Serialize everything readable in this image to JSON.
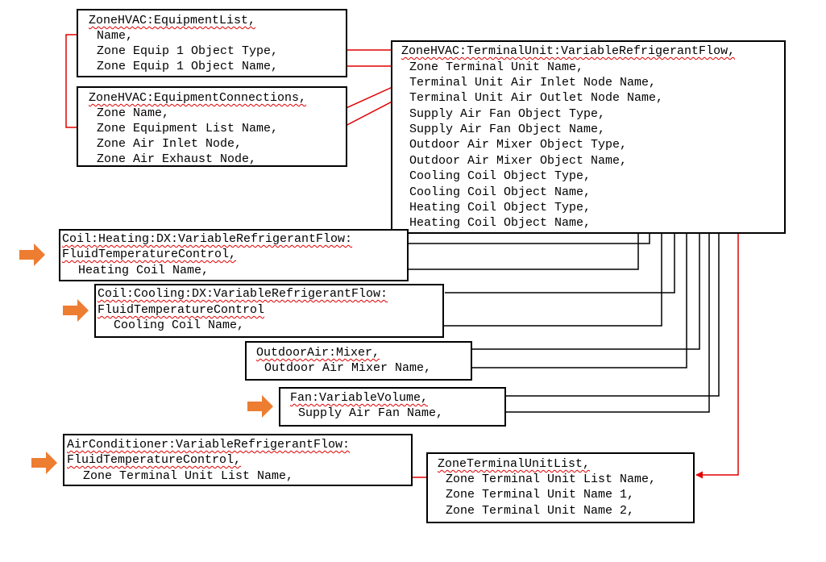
{
  "colors": {
    "ref_arrow": "#e00000",
    "link_arrow": "#000000",
    "indicator": "#ed7d31",
    "error_underline": "#e00000"
  },
  "boxes": {
    "equip_list": {
      "header": "ZoneHVAC:EquipmentList,",
      "fields": [
        "Name,",
        "Zone Equip 1 Object Type,",
        "Zone Equip 1 Object Name,"
      ]
    },
    "equip_conn": {
      "header": "ZoneHVAC:EquipmentConnections,",
      "fields": [
        "Zone Name,",
        "Zone Equipment List Name,",
        "Zone Air Inlet Node,",
        "Zone Air Exhaust Node,"
      ]
    },
    "vrf_tu": {
      "header": "ZoneHVAC:TerminalUnit:VariableRefrigerantFlow,",
      "fields": [
        "Zone Terminal Unit Name,",
        "Terminal Unit Air Inlet Node Name,",
        "Terminal Unit Air Outlet Node Name,",
        "Supply Air Fan Object Type,",
        "Supply Air Fan Object Name,",
        "Outdoor Air Mixer Object Type,",
        "Outdoor Air Mixer Object Name,",
        "Cooling Coil Object Type,",
        "Cooling Coil Object Name,",
        "Heating Coil Object Type,",
        "Heating Coil Object Name,"
      ]
    },
    "heat_coil": {
      "header": [
        "Coil:Heating:DX:VariableRefrigerantFlow:",
        "FluidTemperatureControl,"
      ],
      "fields": [
        "Heating Coil Name,"
      ]
    },
    "cool_coil": {
      "header": [
        "Coil:Cooling:DX:VariableRefrigerantFlow:",
        "FluidTemperatureControl"
      ],
      "fields": [
        "Cooling Coil Name,"
      ]
    },
    "oa_mixer": {
      "header": "OutdoorAir:Mixer,",
      "fields": [
        "Outdoor Air Mixer Name,"
      ]
    },
    "fan": {
      "header": "Fan:VariableVolume,",
      "fields": [
        "Supply Air Fan Name,"
      ]
    },
    "ac_vrf": {
      "header": [
        "AirConditioner:VariableRefrigerantFlow:",
        "FluidTemperatureControl,"
      ],
      "fields": [
        "Zone Terminal Unit List Name,"
      ]
    },
    "tu_list": {
      "header": "ZoneTerminalUnitList,",
      "fields": [
        "Zone Terminal Unit List Name,",
        "Zone Terminal Unit Name 1,",
        "Zone Terminal Unit Name 2,"
      ]
    }
  }
}
